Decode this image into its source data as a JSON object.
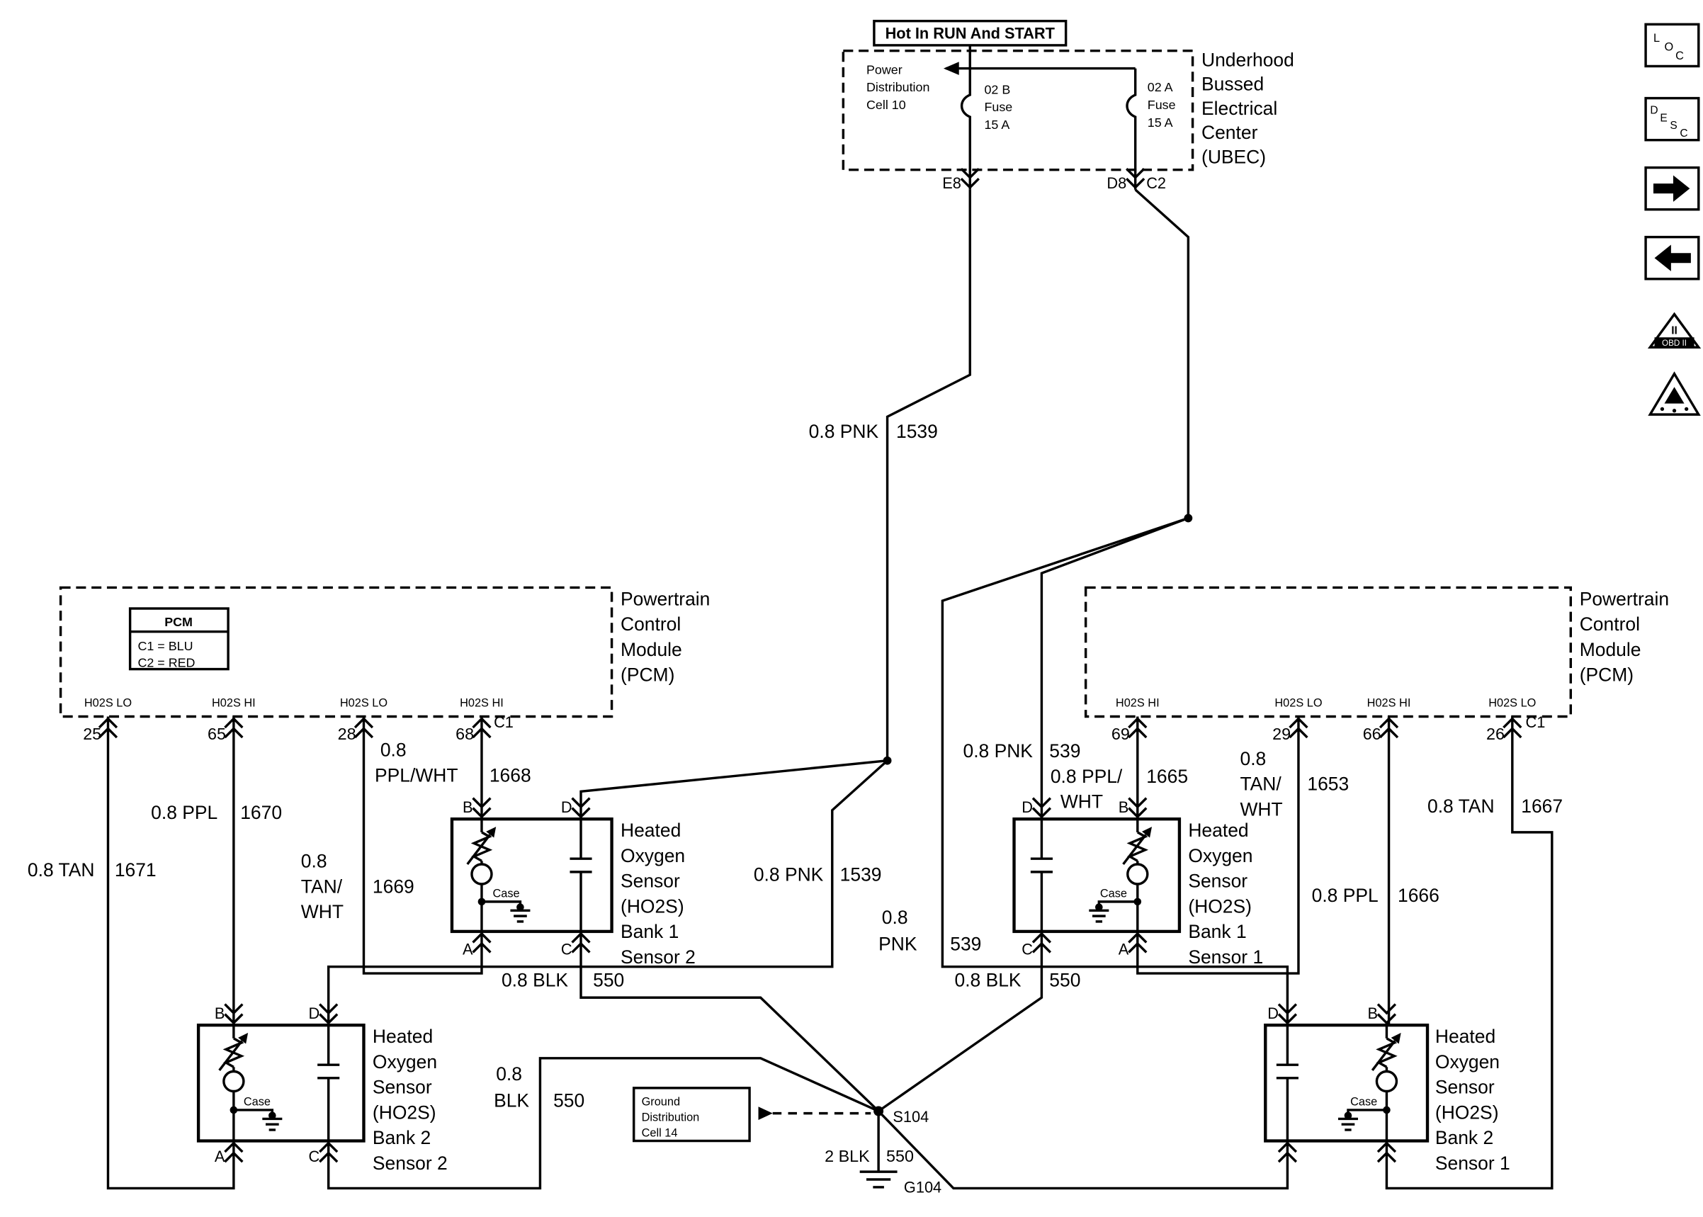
{
  "header": {
    "hot": "Hot In RUN And START"
  },
  "ubec": {
    "pd1": "Power",
    "pd2": "Distribution",
    "pd3": "Cell 10",
    "fuseB1": "02 B",
    "fuseB2": "Fuse",
    "fuseB3": "15 A",
    "fuseA1": "02 A",
    "fuseA2": "Fuse",
    "fuseA3": "15 A",
    "e8": "E8",
    "d8": "D8",
    "c2": "C2",
    "label1": "Underhood",
    "label2": "Bussed",
    "label3": "Electrical",
    "label4": "Center",
    "label5": "(UBEC)"
  },
  "nav": {
    "loc1": "L",
    "loc2": "O",
    "loc3": "C",
    "desc1": "D",
    "desc2": "E",
    "desc3": "S",
    "desc4": "C",
    "obd_top": "II",
    "obd_band": "OBD II"
  },
  "pcm_left": {
    "title": "PCM",
    "legend1": "C1 = BLU",
    "legend2": "C2 = RED",
    "label1": "Powertrain",
    "label2": "Control",
    "label3": "Module",
    "label4": "(PCM)",
    "pin1_name": "H02S LO",
    "pin1_num": "25",
    "pin2_name": "H02S HI",
    "pin2_num": "65",
    "pin3_name": "H02S LO",
    "pin3_num": "28",
    "pin4_name": "H02S HI",
    "pin4_num": "68",
    "connector": "C1"
  },
  "pcm_right": {
    "label1": "Powertrain",
    "label2": "Control",
    "label3": "Module",
    "label4": "(PCM)",
    "pin1_name": "H02S HI",
    "pin1_num": "69",
    "pin2_name": "H02S LO",
    "pin2_num": "29",
    "pin3_name": "H02S HI",
    "pin3_num": "66",
    "pin4_name": "H02S LO",
    "pin4_num": "26",
    "connector": "C1"
  },
  "wires": {
    "pnk1539_top": "0.8 PNK",
    "pnk1539_top_num": "1539",
    "pnk1539_mid": "0.8 PNK",
    "pnk1539_mid_num": "1539",
    "pnk539_top": "0.8 PNK",
    "pnk539_top_num": "539",
    "pnk539_mid1": "0.8",
    "pnk539_mid2": "PNK",
    "pnk539_mid_num": "539",
    "tan1671": "0.8 TAN",
    "tan1671_num": "1671",
    "ppl1670": "0.8 PPL",
    "ppl1670_num": "1670",
    "tanwht1669_1": "0.8",
    "tanwht1669_2": "TAN/",
    "tanwht1669_3": "WHT",
    "tanwht1669_num": "1669",
    "pplwht1668_1": "0.8",
    "pplwht1668_2": "PPL/WHT",
    "pplwht1668_num": "1668",
    "pplwht1665_1": "0.8 PPL/",
    "pplwht1665_2": "WHT",
    "pplwht1665_num": "1665",
    "tanwht1653_1": "0.8",
    "tanwht1653_2": "TAN/",
    "tanwht1653_3": "WHT",
    "tanwht1653_num": "1653",
    "ppl1666": "0.8 PPL",
    "ppl1666_num": "1666",
    "tan1667": "0.8 TAN",
    "tan1667_num": "1667",
    "blk550_left": "0.8 BLK",
    "blk550_left_num": "550",
    "blk550_right": "0.8 BLK",
    "blk550_right_num": "550",
    "blk550_bottom_1": "0.8",
    "blk550_bottom_2": "BLK",
    "blk550_bottom_num": "550"
  },
  "sensor_b1s2": {
    "label1": "Heated",
    "label2": "Oxygen",
    "label3": "Sensor",
    "label4": "(HO2S)",
    "label5": "Bank 1",
    "label6": "Sensor 2",
    "pin_tl": "B",
    "pin_tr": "D",
    "pin_bl": "A",
    "pin_br": "C",
    "case": "Case"
  },
  "sensor_b1s1": {
    "label1": "Heated",
    "label2": "Oxygen",
    "label3": "Sensor",
    "label4": "(HO2S)",
    "label5": "Bank 1",
    "label6": "Sensor 1",
    "pin_tl": "D",
    "pin_tr": "B",
    "pin_bl": "C",
    "pin_br": "A",
    "case": "Case"
  },
  "sensor_b2s2": {
    "label1": "Heated",
    "label2": "Oxygen",
    "label3": "Sensor",
    "label4": "(HO2S)",
    "label5": "Bank 2",
    "label6": "Sensor 2",
    "pin_tl": "B",
    "pin_tr": "D",
    "pin_bl": "A",
    "pin_br": "C",
    "case": "Case"
  },
  "sensor_b2s1": {
    "label1": "Heated",
    "label2": "Oxygen",
    "label3": "Sensor",
    "label4": "(HO2S)",
    "label5": "Bank 2",
    "label6": "Sensor 1",
    "pin_tl": "D",
    "pin_tr": "B",
    "case": "Case"
  },
  "ground": {
    "dist1": "Ground",
    "dist2": "Distribution",
    "dist3": "Cell 14",
    "splice": "S104",
    "wire": "2 BLK",
    "wire_num": "550",
    "gnd": "G104"
  },
  "colors": {
    "line": "#000000",
    "background": "#ffffff"
  }
}
